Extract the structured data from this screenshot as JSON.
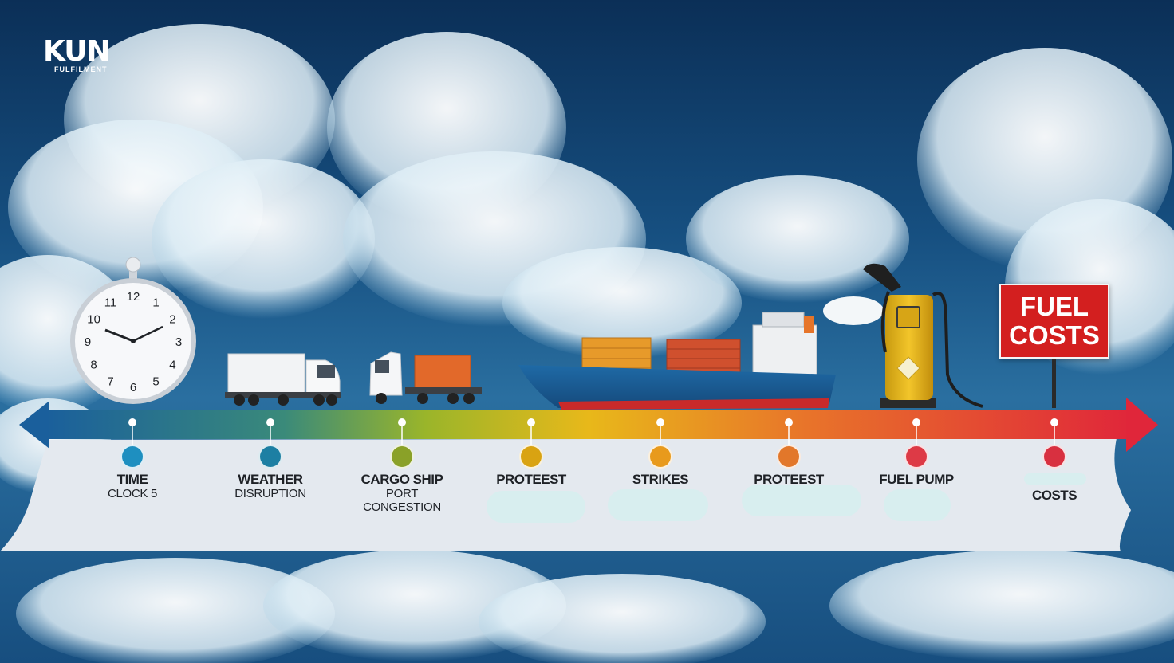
{
  "brand": {
    "logo_text": "KUN",
    "logo_subtext": "FULFILMENT"
  },
  "sign": {
    "line1": "FUEL",
    "line2": "COSTS"
  },
  "colors": {
    "timeline_start": "#1a5f9c",
    "timeline_mid": "#e8b81a",
    "timeline_end": "#e0263a",
    "sign_red": "#d31f1f",
    "band": "#e4e9ef"
  },
  "timeline": [
    {
      "icon": "clock-icon",
      "color": "#1e8fc0",
      "line1": "TIME",
      "line2": "CLOCK 5",
      "line3": ""
    },
    {
      "icon": "cloud-icon",
      "color": "#1d7fa3",
      "line1": "WEATHER",
      "line2": "DISRUPTION",
      "line3": ""
    },
    {
      "icon": "ship-icon",
      "color": "#8aa128",
      "line1": "CARGO SHIP",
      "line2": "PORT",
      "line3": "CONGESTION"
    },
    {
      "icon": "fist-icon",
      "color": "#d9a312",
      "line1": "PROTEEST",
      "line2": "",
      "line3": ""
    },
    {
      "icon": "strike-icon",
      "color": "#e89a1c",
      "line1": "STRIKES",
      "line2": "",
      "line3": ""
    },
    {
      "icon": "protest-icon",
      "color": "#e2772a",
      "line1": "PROTEEST",
      "line2": "",
      "line3": ""
    },
    {
      "icon": "fuel-pump-icon",
      "color": "#dd3a46",
      "line1": "FUEL PUMP",
      "line2": "",
      "line3": ""
    },
    {
      "icon": "money-icon",
      "color": "#d83040",
      "line1": "COSTS",
      "line2": "",
      "line3": ""
    }
  ],
  "clock": {
    "numbers": [
      "12",
      "1",
      "2",
      "3",
      "4",
      "5",
      "6",
      "7",
      "8",
      "9",
      "10",
      "11"
    ]
  }
}
